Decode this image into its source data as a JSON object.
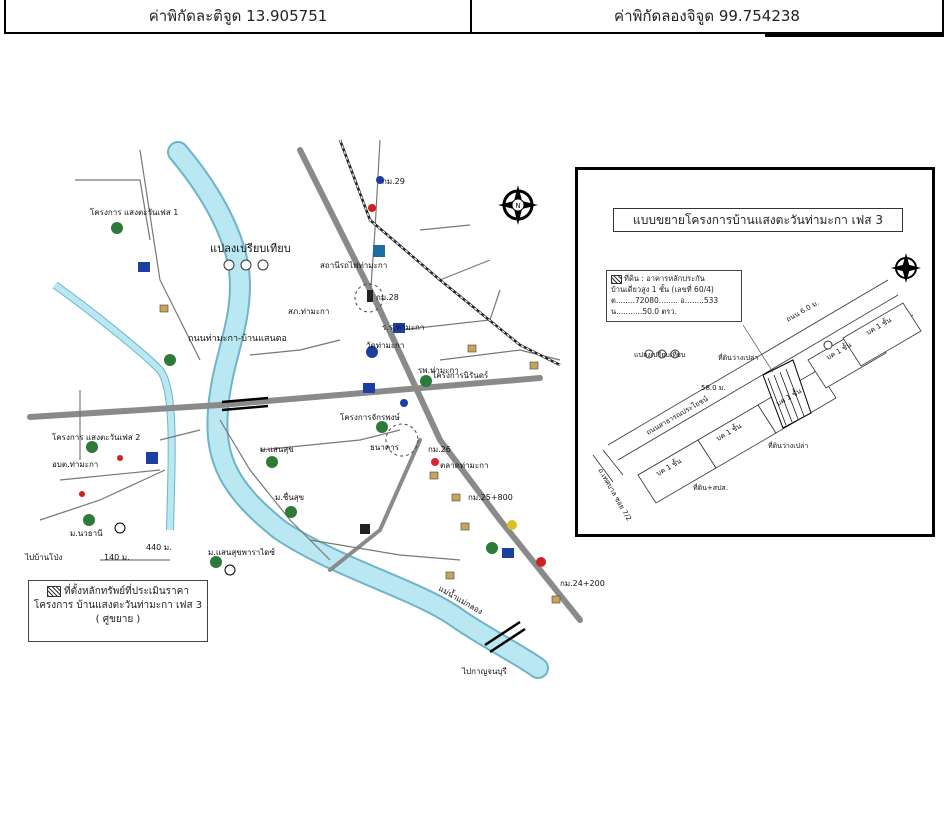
{
  "header": {
    "latitude_label": "ค่าพิกัดละติจูด 13.905751",
    "longitude_label": "ค่าพิกัดลองจิจูด 99.754238"
  },
  "map": {
    "labels": {
      "plaeng_priap": "แปลงเปรียบเทียบ",
      "road_thamaka": "ถนนท่ามะกา-บ้านแสนตอ",
      "river": "แม่น้ำแม่กลอง",
      "km29": "กม.29",
      "km28": "กม.28",
      "km25": "กม.25+800",
      "km24": "กม.24+200",
      "km26": "กม.26",
      "to_bangkok": "ไปบ้านโป่ง",
      "to_kanchanaburi": "ไปกาญจนบุรี",
      "proj_phase1": "โครงการ แสงตะวันเฟส 1",
      "proj_phase2": "โครงการ แสงตะวันเฟส 2",
      "proj_nirun": "โครงการนิรันดร์",
      "proj_thamaka": "โครงการจักรพงษ์",
      "temple": "วัดท่ามะกา",
      "school": "ร.ร.ท่ามะกา",
      "hospital": "รพ.ท่ามะกา",
      "market": "ตลาดท่ามะกา",
      "bank": "ธนาคาร",
      "police": "สภ.ท่ามะกา",
      "moo_ban_1": "ม.แสนสุข",
      "moo_ban_2": "ม.ชื่นสุข",
      "moo_ban_3": "ม.นวธานี",
      "moo_ban_4": "ม.แสนสุขพาราไดซ์",
      "office": "อบต.ท่ามะกา",
      "station": "สถานีรถไฟท่ามะกา",
      "distance_440": "440 ม.",
      "distance_140": "140 ม."
    },
    "legend": {
      "line1": "ที่ตั้งหลักทรัพย์ที่ประเมินราคา",
      "line2": "โครงการ บ้านแสงตะวันท่ามะกา เฟส 3",
      "line3": "( ศูขยาย )"
    }
  },
  "inset": {
    "title": "แบบขยายโครงการบ้านแสงตะวันท่ามะกา เฟส 3",
    "info_line1": "ที่ดิน : อาคารหลักประกัน",
    "info_line2": "บ้านเดี่ยวสูง 1 ชั้น (เลขที่ 60/4)",
    "info_line3": "ต........72080........ อ........533",
    "info_line4": "น...........50.0 ตรว.",
    "comparison": "แปลงเปรียบเทียบ",
    "vacant_top": "ที่ดินว่างเปล่า",
    "vacant_bottom": "ที่ดินว่างเปล่า",
    "other_land": "ที่ดิน+สปส.",
    "house_label": "บค 1 ชั้น",
    "road_soi": "ถนนสาธารณประโยชน์",
    "road_left": "ถ.เทศบาล ซอย 7/2",
    "dist_top": "58.0 ม.",
    "dist_side": "ถนน 6.0 ม.",
    "north": "N"
  },
  "colors": {
    "road": "#8a8a8a",
    "river": "#b9e7f2",
    "river_edge": "#6fb4c8",
    "railway": "#222222",
    "icon_blue": "#1b3fa0",
    "icon_green": "#2d7a3a"
  }
}
